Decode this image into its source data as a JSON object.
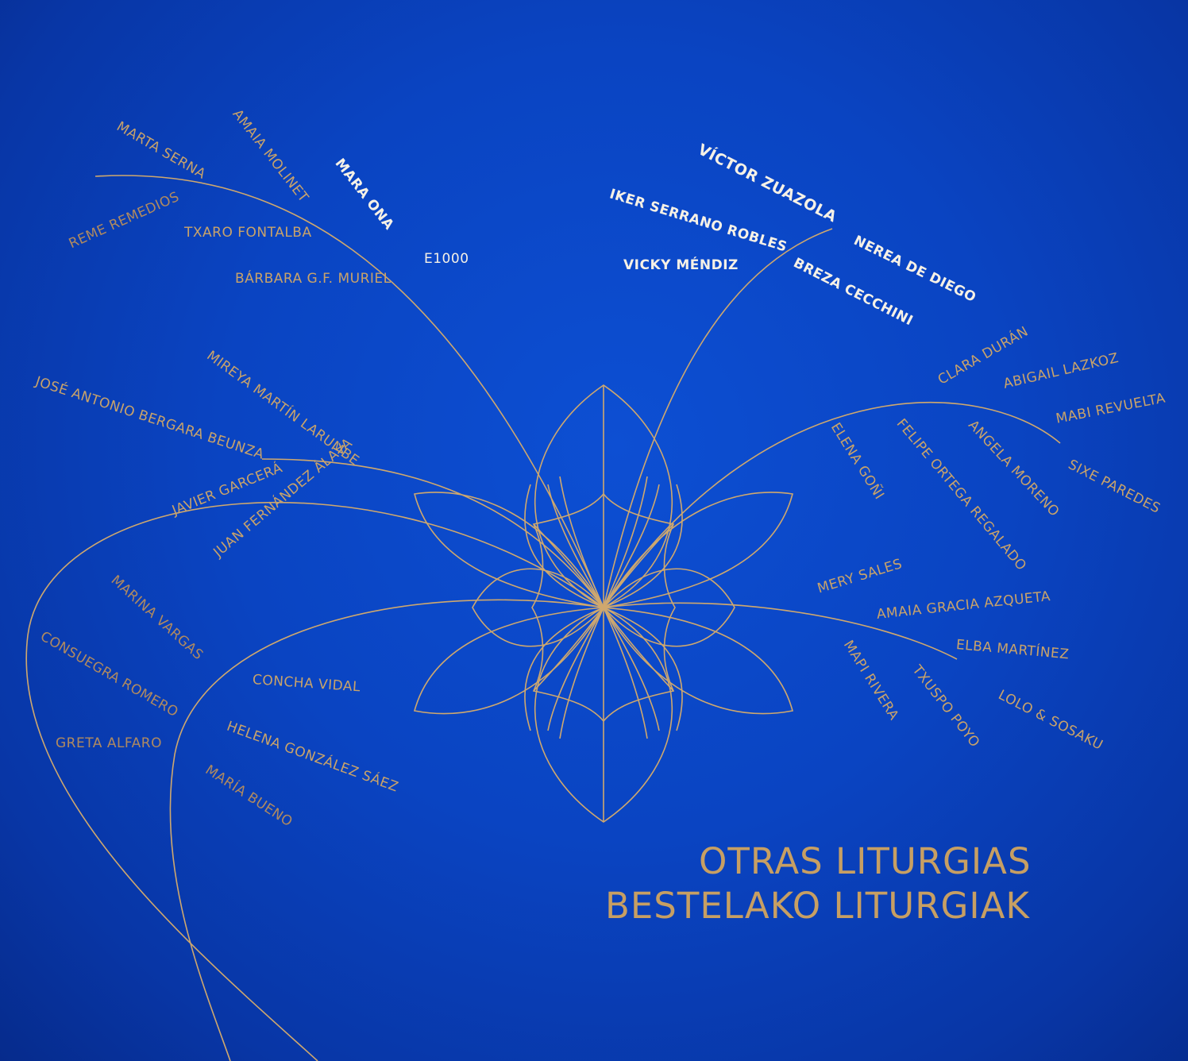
{
  "title": {
    "line1": "OTRAS LITURGIAS",
    "line2": "BESTELAKO LITURGIAK"
  },
  "colors": {
    "background": "#0a44c2",
    "gold": "#c9a36a",
    "white": "#f6f1e6"
  },
  "names": {
    "marta_serna": "MARTA SERNA",
    "amaia_molinet": "AMAIA MOLINET",
    "mara_ona": "MARA ONA",
    "reme_remedios": "REME REMEDIOS",
    "txaro_fontalba": "TXARO FONTALBA",
    "e1000": "E1000",
    "barbara_muriel": "BÁRBARA G.F. MURIEL",
    "victor_zuazola": "VÍCTOR ZUAZOLA",
    "iker_serrano_robles": "IKER SERRANO ROBLES",
    "nerea_de_diego": "NEREA DE DIEGO",
    "vicky_mendiz": "VICKY MÉNDIZ",
    "breza_cecchini": "BREZA CECCHINI",
    "clara_duran": "CLARA DURÁN",
    "abigail_lazkoz": "ABIGAIL LAZKOZ",
    "mabi_revuelta": "MABI REVUELTA",
    "elena_goni": "ELENA GOÑI",
    "felipe_ortega_regalado": "FELIPE ORTEGA REGALADO",
    "angela_moreno": "ANGELA MORENO",
    "sixe_paredes": "SIXE PAREDES",
    "mireya_martin_larumbe": "MIREYA MARTÍN LARUMBE",
    "jose_antonio_bergara_beunza": "JOSÉ ANTONIO BERGARA BEUNZA",
    "javier_garcera": "JAVIER GARCERÁ",
    "juan_fernandez_alava": "JUAN FERNÁNDEZ ÁLAVA",
    "mery_sales": "MERY SALES",
    "amaia_gracia_azqueta": "AMAIA GRACIA AZQUETA",
    "elba_martinez": "ELBA MARTÍNEZ",
    "mapi_rivera": "MAPI RIVERA",
    "txuspo_poyo": "TXUSPO POYO",
    "lolo_sosaku": "LOLO & SOSAKU",
    "marina_vargas": "MARINA VARGAS",
    "consuegra_romero": "CONSUEGRA ROMERO",
    "greta_alfaro": "GRETA ALFARO",
    "concha_vidal": "CONCHA VIDAL",
    "helena_gonzalez_saez": "HELENA GONZÁLEZ SÁEZ",
    "maria_bueno": "MARÍA BUENO"
  }
}
